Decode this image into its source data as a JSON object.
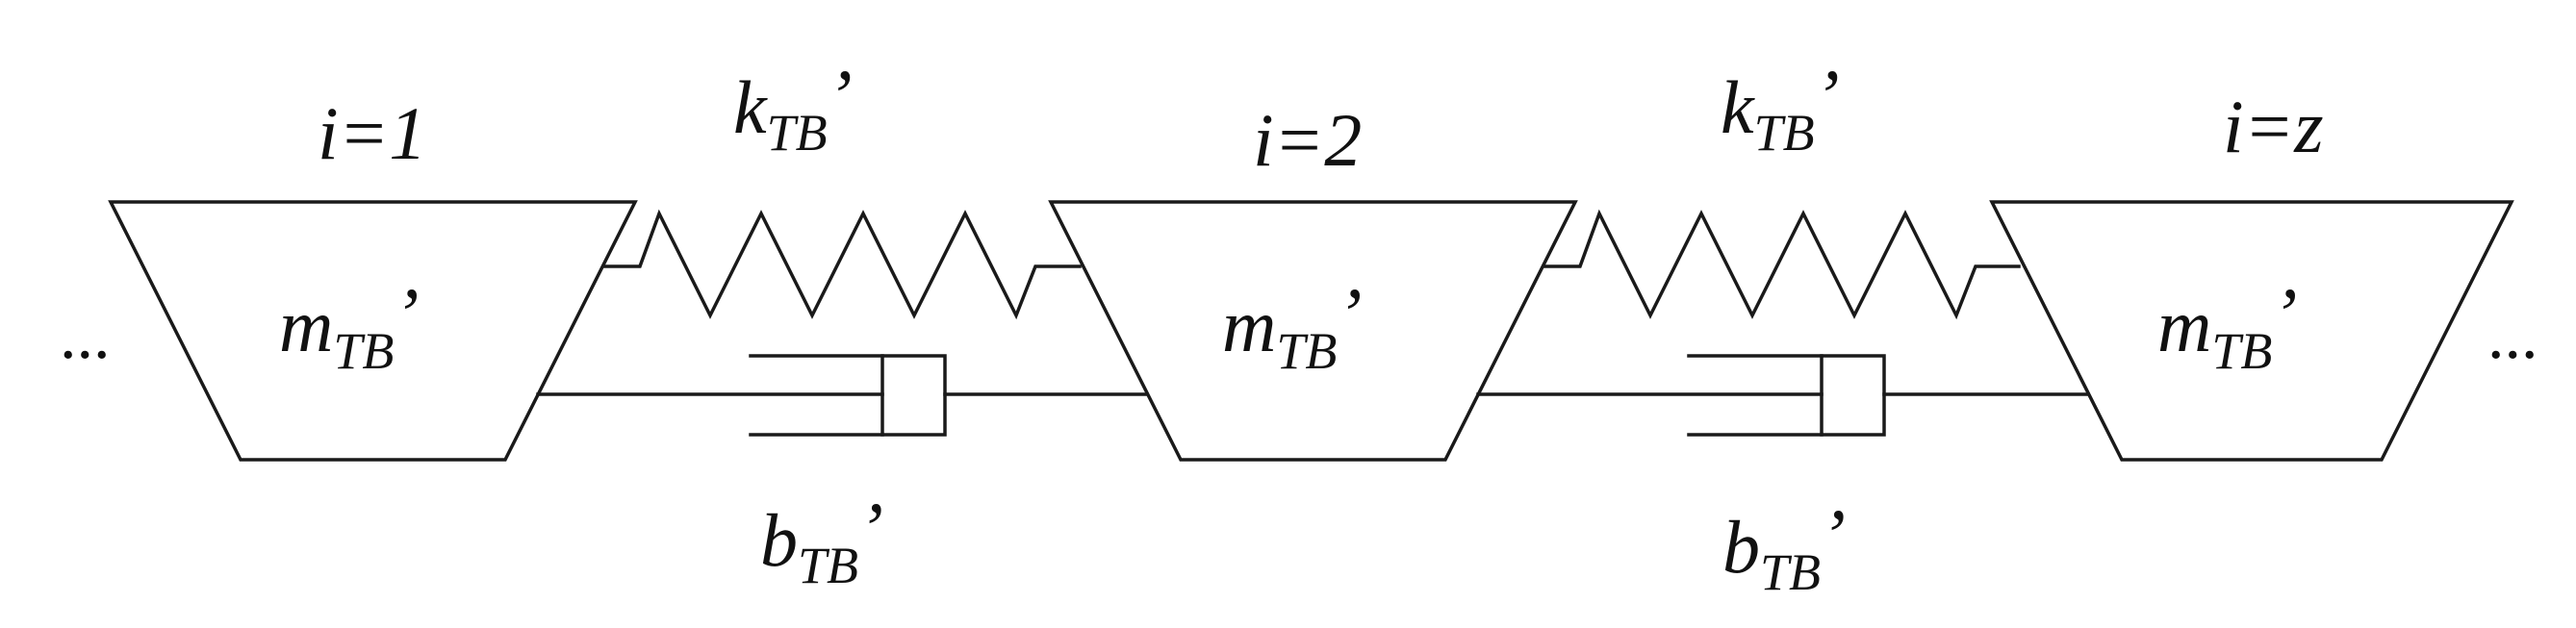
{
  "ellipsis_left": "...",
  "ellipsis_right": "...",
  "masses": [
    {
      "index_label": "i=1",
      "mass_main": "m",
      "mass_sub": "TB",
      "mass_prime": "’"
    },
    {
      "index_label": "i=2",
      "mass_main": "m",
      "mass_sub": "TB",
      "mass_prime": "’"
    },
    {
      "index_label": "i=z",
      "mass_main": "m",
      "mass_sub": "TB",
      "mass_prime": "’"
    }
  ],
  "springs": [
    {
      "main": "k",
      "sub": "TB",
      "prime": "’"
    },
    {
      "main": "k",
      "sub": "TB",
      "prime": "’"
    }
  ],
  "dampers": [
    {
      "main": "b",
      "sub": "TB",
      "prime": "’"
    },
    {
      "main": "b",
      "sub": "TB",
      "prime": "’"
    }
  ]
}
